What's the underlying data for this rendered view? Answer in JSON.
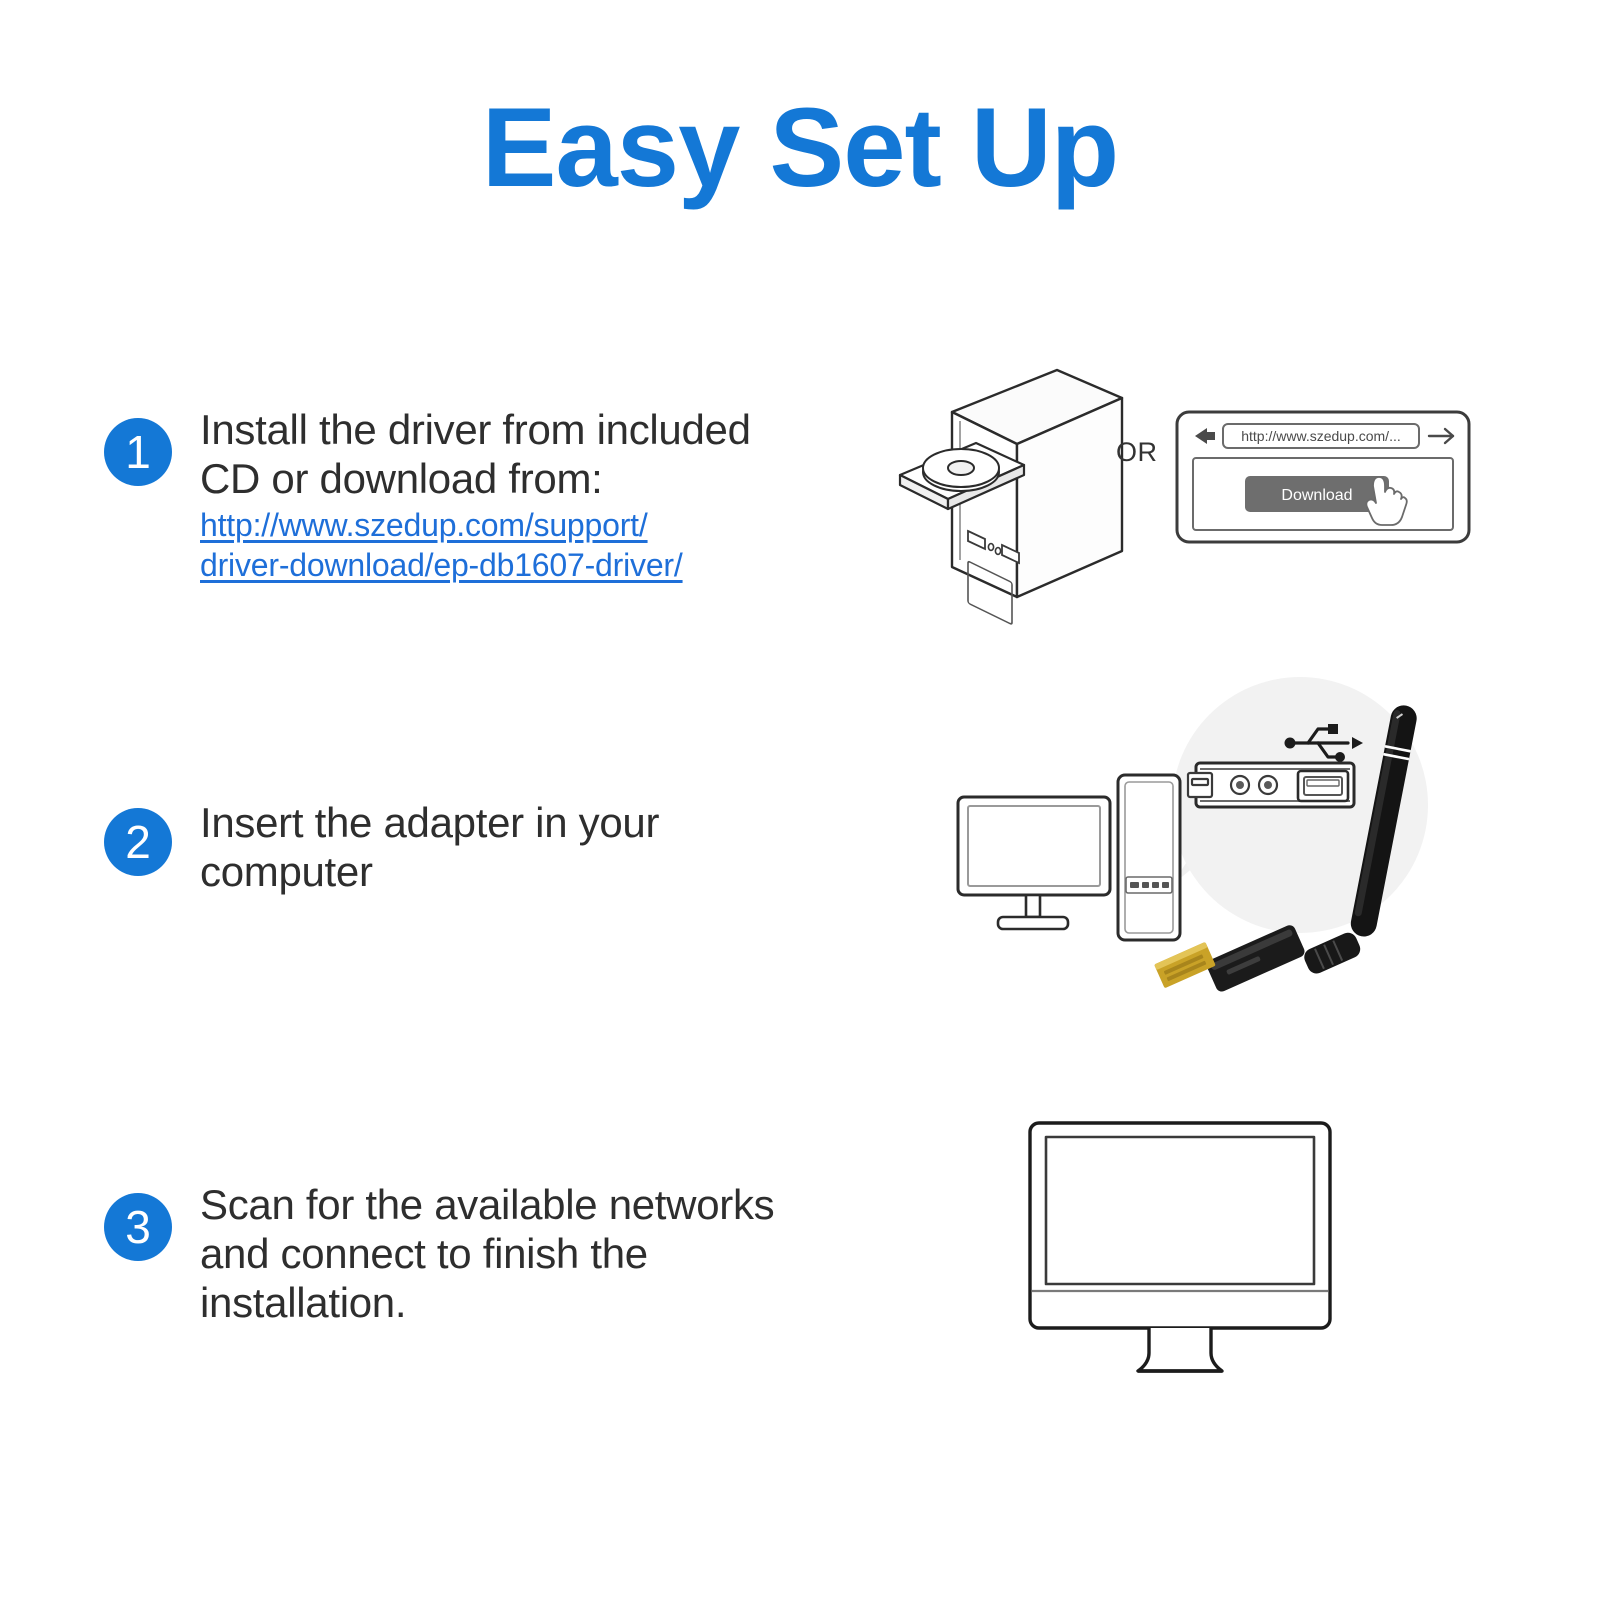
{
  "page": {
    "title": "Easy Set Up",
    "background_color": "#ffffff",
    "accent_color": "#1478D6",
    "text_color": "#2e2e2e",
    "link_color": "#1E6FD9"
  },
  "steps": [
    {
      "number": "1",
      "text": "Install the driver from included CD or download from:",
      "link_line_1": "http://www.szedup.com/support/",
      "link_line_2": "driver-download/ep-db1607-driver/",
      "illustration": {
        "type": "pc-tower-cd-and-browser",
        "or_label": "OR",
        "browser": {
          "url": "http://www.szedup.com/...",
          "download_button": "Download",
          "back_icon": "back-arrow-icon",
          "forward_icon": "forward-arrow-icon",
          "cursor_icon": "hand-pointer-icon"
        },
        "tower_icon": "pc-tower-cd-tray-icon"
      }
    },
    {
      "number": "2",
      "text": "Insert the adapter in your computer",
      "illustration": {
        "type": "desktop-usb-port-callout-and-adapter",
        "monitor_icon": "monitor-icon",
        "tower_icon": "pc-tower-icon",
        "callout_icon": "usb-port-panel-zoom-icon",
        "usb_symbol_icon": "usb-trident-icon",
        "adapter_icon": "usb-wifi-adapter-antenna-icon"
      }
    },
    {
      "number": "3",
      "text": "Scan for the available networks and connect to finish the installation.",
      "illustration": {
        "type": "desktop-monitor",
        "monitor_icon": "imac-monitor-icon"
      }
    }
  ]
}
